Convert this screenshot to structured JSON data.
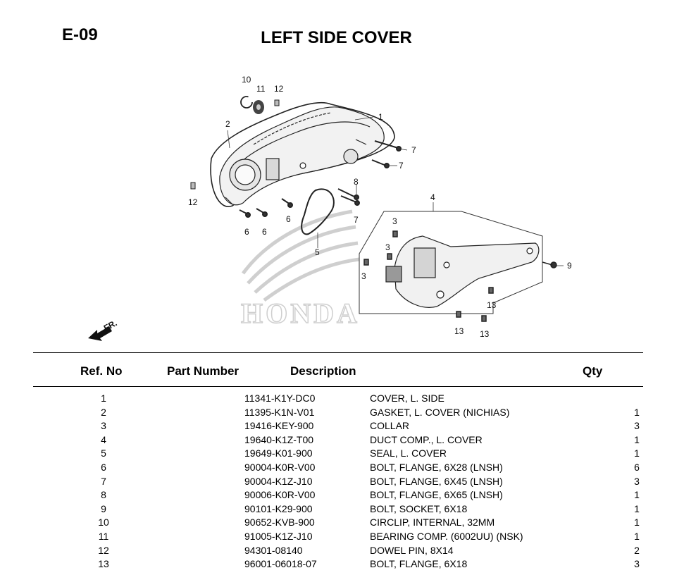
{
  "page": {
    "code": "E-09",
    "title": "LEFT SIDE COVER"
  },
  "diagram": {
    "callouts": [
      "10",
      "11",
      "12",
      "1",
      "2",
      "7",
      "7",
      "8",
      "12",
      "6",
      "6",
      "6",
      "7",
      "5",
      "4",
      "3",
      "3",
      "3",
      "9",
      "13",
      "13",
      "13"
    ],
    "front_arrow_label": "FR.",
    "watermark": "HONDA"
  },
  "table": {
    "headers": {
      "ref": "Ref. No",
      "part": "Part Number",
      "desc": "Description",
      "qty": "Qty"
    },
    "rows": [
      {
        "ref": "1",
        "part": "11341-K1Y-DC0",
        "desc": "COVER, L. SIDE",
        "qty": ""
      },
      {
        "ref": "2",
        "part": "11395-K1N-V01",
        "desc": "GASKET, L. COVER (NICHIAS)",
        "qty": "1"
      },
      {
        "ref": "3",
        "part": "19416-KEY-900",
        "desc": "COLLAR",
        "qty": "3"
      },
      {
        "ref": "4",
        "part": "19640-K1Z-T00",
        "desc": "DUCT COMP., L. COVER",
        "qty": "1"
      },
      {
        "ref": "5",
        "part": "19649-K01-900",
        "desc": "SEAL, L. COVER",
        "qty": "1"
      },
      {
        "ref": "6",
        "part": "90004-K0R-V00",
        "desc": "BOLT, FLANGE, 6X28 (LNSH)",
        "qty": "6"
      },
      {
        "ref": "7",
        "part": "90004-K1Z-J10",
        "desc": "BOLT, FLANGE, 6X45 (LNSH)",
        "qty": "3"
      },
      {
        "ref": "8",
        "part": "90006-K0R-V00",
        "desc": "BOLT, FLANGE, 6X65 (LNSH)",
        "qty": "1"
      },
      {
        "ref": "9",
        "part": "90101-K29-900",
        "desc": "BOLT, SOCKET, 6X18",
        "qty": "1"
      },
      {
        "ref": "10",
        "part": "90652-KVB-900",
        "desc": "CIRCLIP, INTERNAL, 32MM",
        "qty": "1"
      },
      {
        "ref": "11",
        "part": "91005-K1Z-J10",
        "desc": "BEARING COMP. (6002UU) (NSK)",
        "qty": "1"
      },
      {
        "ref": "12",
        "part": "94301-08140",
        "desc": "DOWEL PIN, 8X14",
        "qty": "2"
      },
      {
        "ref": "13",
        "part": "96001-06018-07",
        "desc": "BOLT, FLANGE, 6X18",
        "qty": "3"
      }
    ]
  }
}
